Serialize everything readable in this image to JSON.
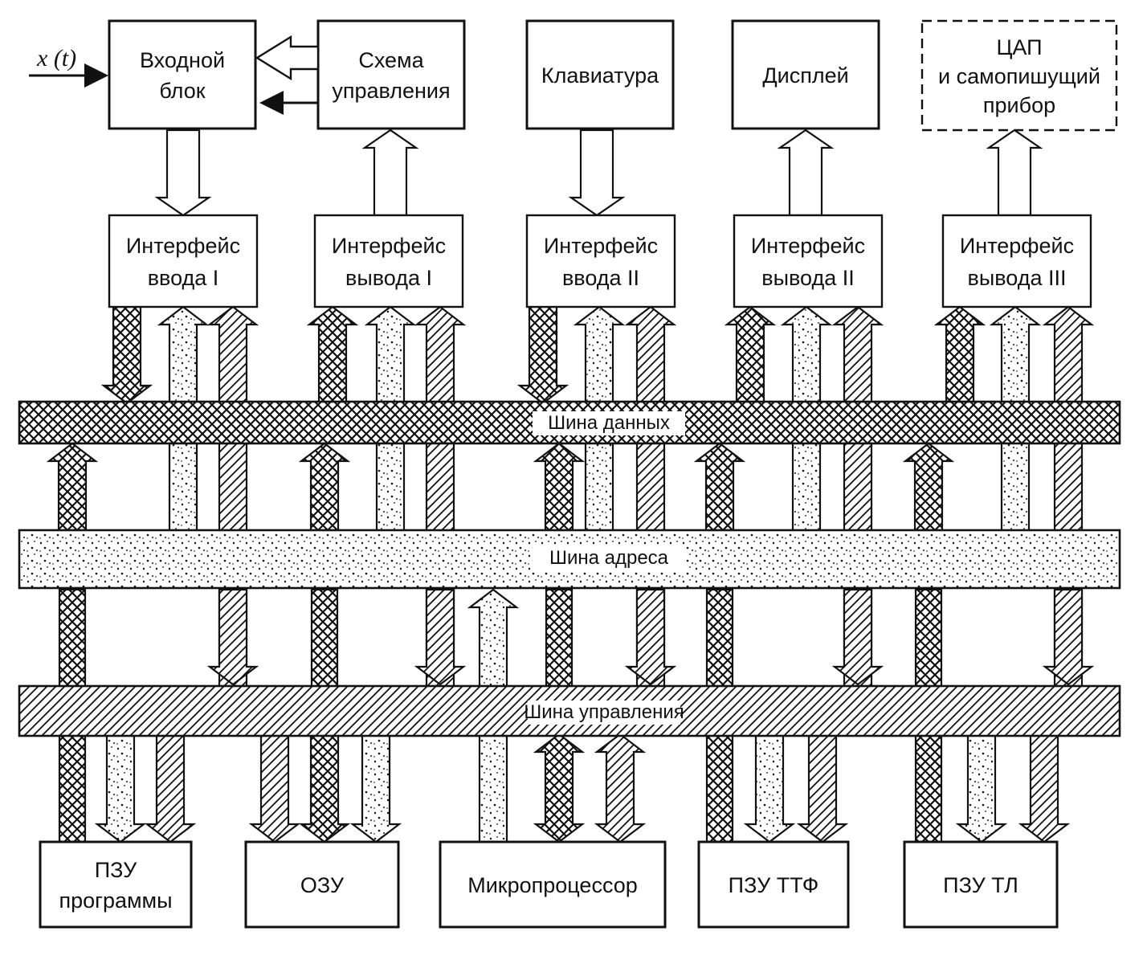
{
  "signal_label": "x (t)",
  "top_blocks": {
    "input_block": {
      "line1": "Входной",
      "line2": "блок"
    },
    "control_circuit": {
      "line1": "Схема",
      "line2": "управления"
    },
    "keyboard": {
      "line1": "Клавиатура"
    },
    "display": {
      "line1": "Дисплей"
    },
    "dac_recorder": {
      "line1": "ЦАП",
      "line2": "и самопишущий",
      "line3": "прибор"
    }
  },
  "interfaces": {
    "input_1": {
      "line1": "Интерфейс",
      "line2": "ввода I"
    },
    "output_1": {
      "line1": "Интерфейс",
      "line2": "вывода I"
    },
    "input_2": {
      "line1": "Интерфейс",
      "line2": "ввода II"
    },
    "output_2": {
      "line1": "Интерфейс",
      "line2": "вывода II"
    },
    "output_3": {
      "line1": "Интерфейс",
      "line2": "вывода III"
    }
  },
  "buses": {
    "data": "Шина данных",
    "address": "Шина адреса",
    "control": "Шина управления"
  },
  "bottom_blocks": {
    "program_rom": {
      "line1": "ПЗУ",
      "line2": "программы"
    },
    "ram": {
      "line1": "ОЗУ"
    },
    "microprocessor": {
      "line1": "Микропроцессор"
    },
    "rom_ttf": {
      "line1": "ПЗУ ТТФ"
    },
    "rom_tl": {
      "line1": "ПЗУ ТЛ"
    }
  },
  "colors": {
    "ink": "#111111",
    "paper": "#ffffff"
  }
}
